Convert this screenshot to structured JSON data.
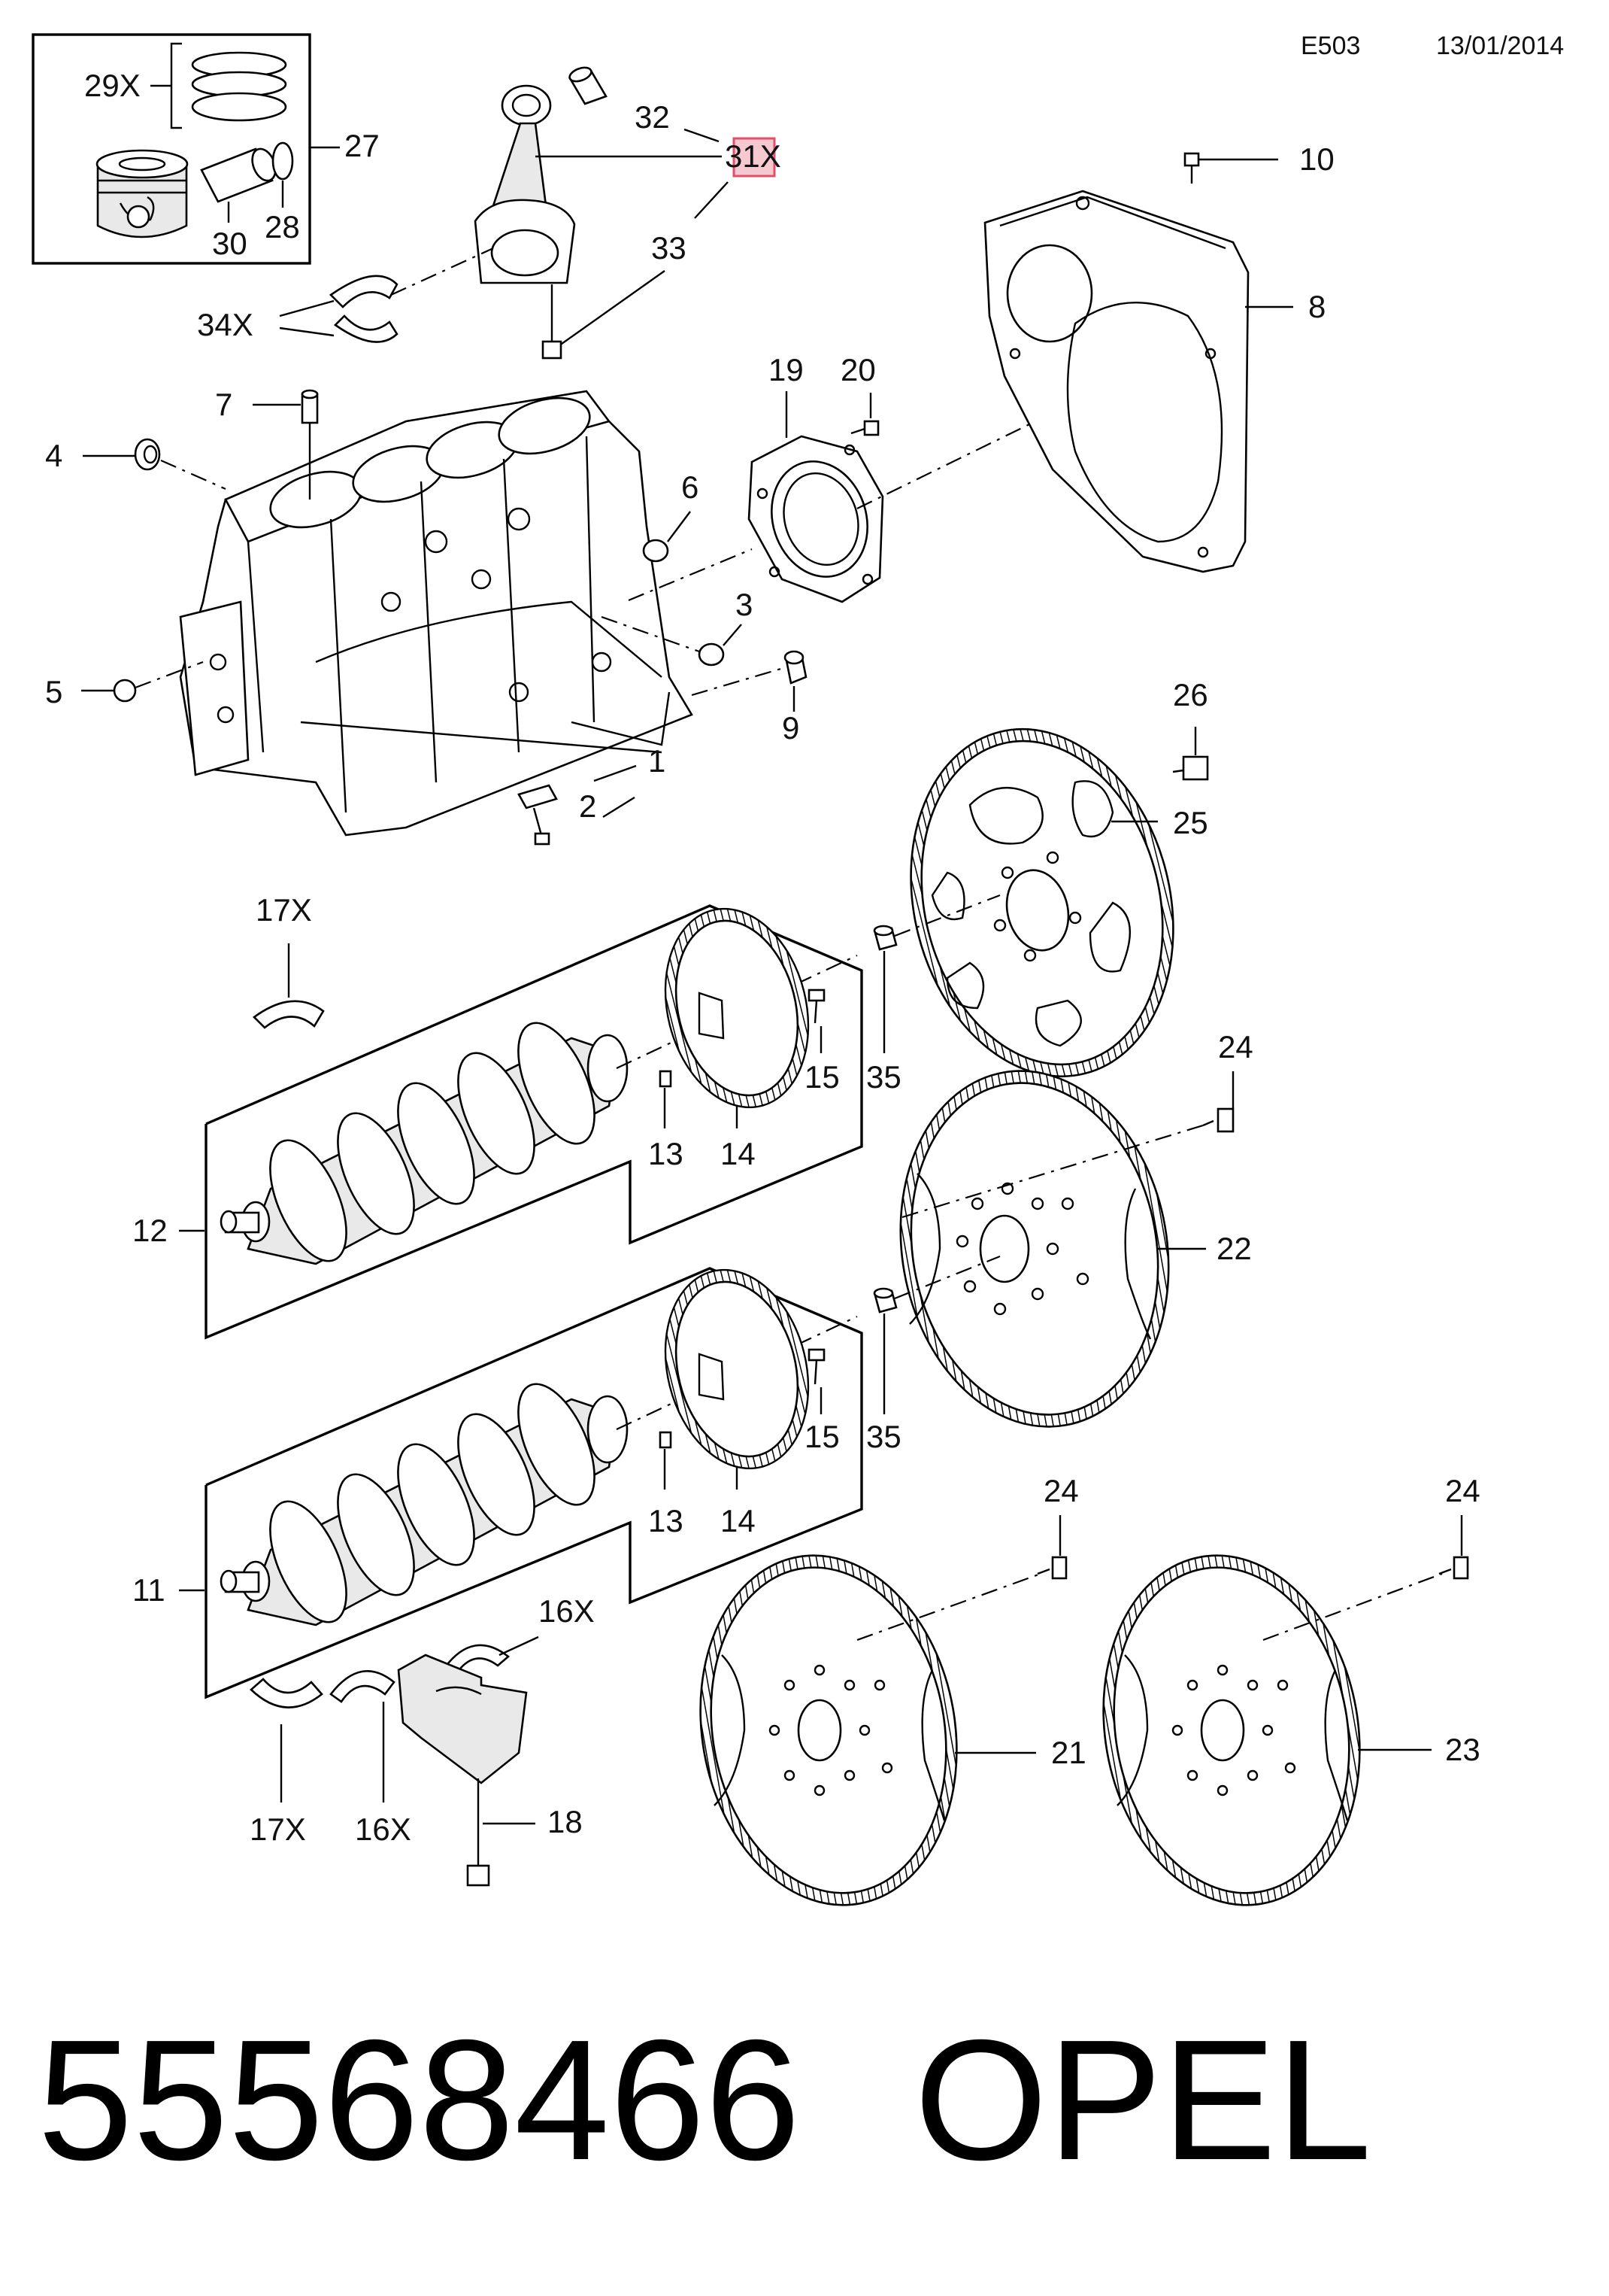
{
  "header": {
    "code": "E503",
    "date": "13/01/2014"
  },
  "footer": {
    "part_number": "55568466",
    "brand": "OPEL"
  },
  "highlight_color": "#e0506a",
  "callouts": {
    "c29x": "29X",
    "c27": "27",
    "c30": "30",
    "c28": "28",
    "c32": "32",
    "c31x": "31X",
    "c33": "33",
    "c34x": "34X",
    "c10": "10",
    "c8": "8",
    "c19": "19",
    "c20": "20",
    "c7": "7",
    "c4": "4",
    "c6": "6",
    "c3": "3",
    "c5": "5",
    "c9": "9",
    "c1": "1",
    "c2": "2",
    "c26": "26",
    "c25": "25",
    "c17x_top": "17X",
    "c15_top": "15",
    "c35_top": "35",
    "c13_top": "13",
    "c14_top": "14",
    "c12": "12",
    "c24_top": "24",
    "c22": "22",
    "c15_bot": "15",
    "c35_bot": "35",
    "c13_bot": "13",
    "c14_bot": "14",
    "c11": "11",
    "c24_left": "24",
    "c24_right": "24",
    "c16x_top": "16X",
    "c21": "21",
    "c23": "23",
    "c17x_bot": "17X",
    "c16x_bot": "16X",
    "c18": "18"
  }
}
